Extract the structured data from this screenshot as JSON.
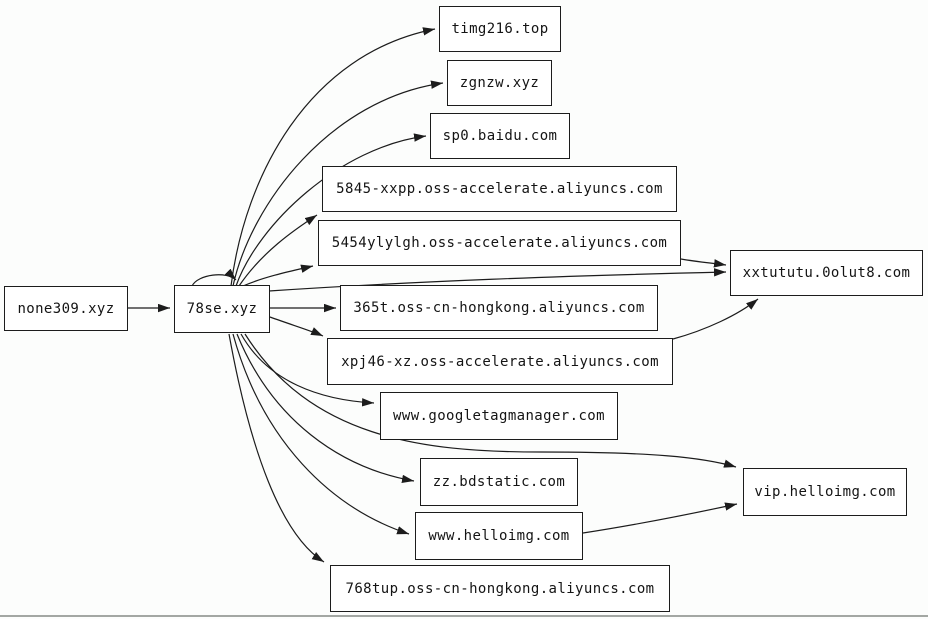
{
  "diagram": {
    "type": "directed-graph",
    "description": "Domain relationship graph (graphviz-style, left-to-right)",
    "background_color": "#fcfdfc",
    "node_fill_color": "#ffffff",
    "node_border_color": "#1c1c1c",
    "edge_color": "#1c1c1c",
    "nodes": [
      {
        "id": "none309",
        "label": "none309.xyz"
      },
      {
        "id": "se78",
        "label": "78se.xyz"
      },
      {
        "id": "timg216",
        "label": "timg216.top"
      },
      {
        "id": "zgnzw",
        "label": "zgnzw.xyz"
      },
      {
        "id": "sp0",
        "label": "sp0.baidu.com"
      },
      {
        "id": "n5845",
        "label": "5845-xxpp.oss-accelerate.aliyuncs.com"
      },
      {
        "id": "n5454",
        "label": "5454ylylgh.oss-accelerate.aliyuncs.com"
      },
      {
        "id": "n365t",
        "label": "365t.oss-cn-hongkong.aliyuncs.com"
      },
      {
        "id": "xpj46",
        "label": "xpj46-xz.oss-accelerate.aliyuncs.com"
      },
      {
        "id": "gtm",
        "label": "www.googletagmanager.com"
      },
      {
        "id": "zzbd",
        "label": "zz.bdstatic.com"
      },
      {
        "id": "whello",
        "label": "www.helloimg.com"
      },
      {
        "id": "n768tup",
        "label": "768tup.oss-cn-hongkong.aliyuncs.com"
      },
      {
        "id": "xxtu",
        "label": "xxtututu.0olut8.com"
      },
      {
        "id": "viphello",
        "label": "vip.helloimg.com"
      }
    ],
    "edges": [
      {
        "from": "none309.xyz",
        "to": "78se.xyz"
      },
      {
        "from": "78se.xyz",
        "to": "78se.xyz"
      },
      {
        "from": "78se.xyz",
        "to": "timg216.top"
      },
      {
        "from": "78se.xyz",
        "to": "zgnzw.xyz"
      },
      {
        "from": "78se.xyz",
        "to": "sp0.baidu.com"
      },
      {
        "from": "78se.xyz",
        "to": "5845-xxpp.oss-accelerate.aliyuncs.com"
      },
      {
        "from": "78se.xyz",
        "to": "5454ylylgh.oss-accelerate.aliyuncs.com"
      },
      {
        "from": "78se.xyz",
        "to": "xxtututu.0olut8.com"
      },
      {
        "from": "78se.xyz",
        "to": "365t.oss-cn-hongkong.aliyuncs.com"
      },
      {
        "from": "78se.xyz",
        "to": "xpj46-xz.oss-accelerate.aliyuncs.com"
      },
      {
        "from": "78se.xyz",
        "to": "www.googletagmanager.com"
      },
      {
        "from": "78se.xyz",
        "to": "vip.helloimg.com"
      },
      {
        "from": "78se.xyz",
        "to": "zz.bdstatic.com"
      },
      {
        "from": "78se.xyz",
        "to": "www.helloimg.com"
      },
      {
        "from": "78se.xyz",
        "to": "768tup.oss-cn-hongkong.aliyuncs.com"
      },
      {
        "from": "5454ylylgh.oss-accelerate.aliyuncs.com",
        "to": "xxtututu.0olut8.com"
      },
      {
        "from": "xpj46-xz.oss-accelerate.aliyuncs.com",
        "to": "xxtututu.0olut8.com"
      },
      {
        "from": "www.helloimg.com",
        "to": "vip.helloimg.com"
      }
    ]
  }
}
